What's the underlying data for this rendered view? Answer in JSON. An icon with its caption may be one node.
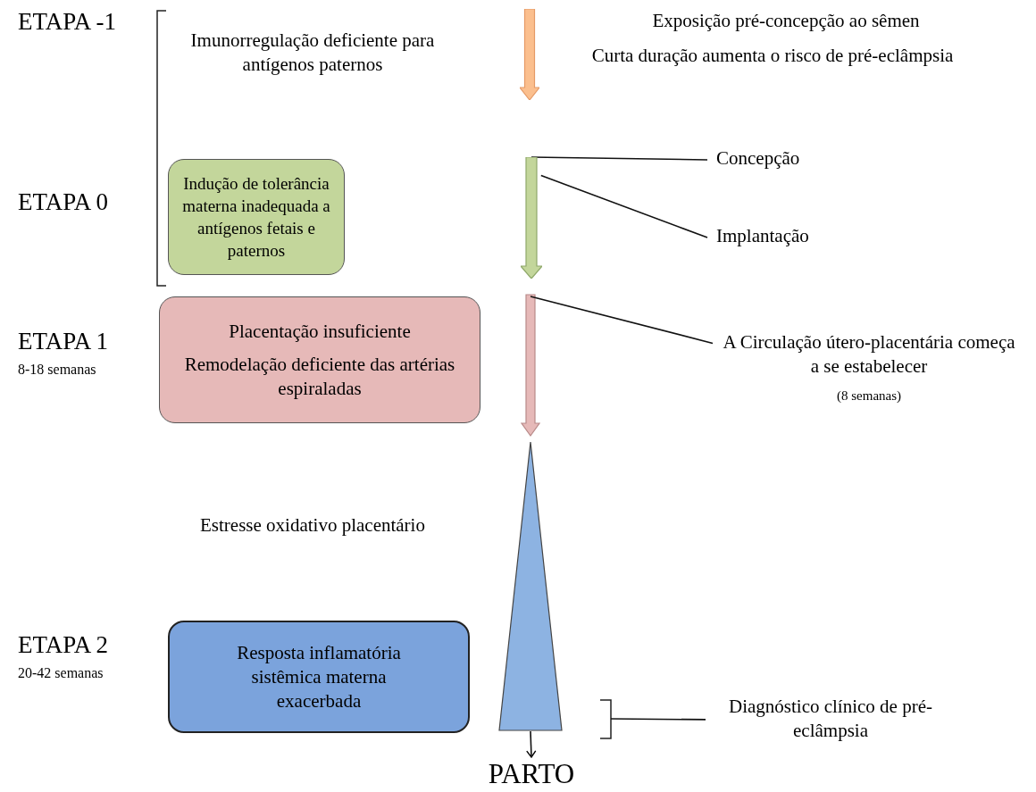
{
  "diagram": {
    "nodes": [
      {
        "text": [],
        "shape": "arrow"
      },
      {
        "text": [
          "Indução de tolerância materna inadequada a antígenos fetais e paternos"
        ]
      },
      {
        "text": [],
        "shape": "arrow"
      },
      {
        "text": [
          "Concepção"
        ]
      },
      {
        "text": [
          "Implantação"
        ]
      },
      {
        "text": [
          "Placentação insuficiente",
          "Remodelação deficiente das artérias espiraladas"
        ]
      },
      {
        "text": [
          "A Circulação útero-placentária começa a se estabelecer"
        ],
        "beside": [
          "(8 semanas)"
        ]
      },
      {
        "text": [],
        "shape": "triangle"
      },
      {
        "text": [
          "Resposta inflamatória sistêmica materna exacerbada"
        ]
      },
      {
        "text": [
          "Diagnóstico clínico de pré-eclâmpsia"
        ]
      },
      {
        "text": [
          "PARTO"
        ]
      }
    ],
    "edges": [
      {
        "from": 3,
        "to": 2,
        "arrow": "none"
      },
      {
        "from": 4,
        "to": 2,
        "arrow": "none"
      },
      {
        "from": 2,
        "to": 7,
        "arrow": "to",
        "style": "thick",
        "color": "#e6b9b8"
      },
      {
        "from": 6,
        "to": null,
        "arrow": "none"
      },
      {
        "from": 9,
        "to": null,
        "arrow": "none"
      },
      {
        "from": 7,
        "to": 10,
        "arrow": "to"
      }
    ],
    "labels": [
      "ETAPA -1",
      "Imunorregulação deficiente para antígenos paternos",
      "Exposição pré-concepção ao sêmen",
      "Curta duração aumenta o risco de pré-eclâmpsia",
      "ETAPA 0",
      "ETAPA 1",
      "8-18 semanas",
      "Estresse oxidativo placentário",
      "ETAPA 2",
      "20-42 semanas"
    ]
  }
}
